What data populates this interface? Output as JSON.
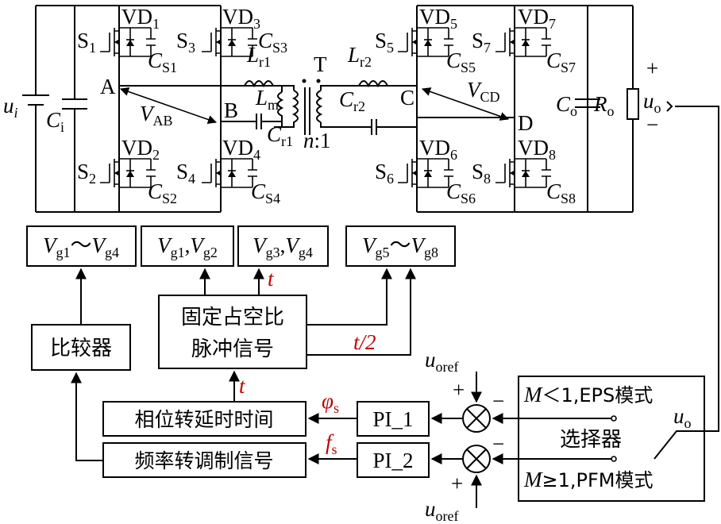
{
  "colors": {
    "line": "#000000",
    "accent": "#c00000"
  },
  "power": {
    "ui_main": "u",
    "ui_sub": "i",
    "ci_main": "C",
    "ci_sub": "i",
    "node_a": "A",
    "node_b": "B",
    "node_c": "C",
    "node_d": "D",
    "vab_main": "V",
    "vab_sub": "AB",
    "vcd_main": "V",
    "vcd_sub": "CD",
    "vd1_main": "VD",
    "vd1_sub": "1",
    "vd2_main": "VD",
    "vd2_sub": "2",
    "vd3_main": "VD",
    "vd3_sub": "3",
    "vd4_main": "VD",
    "vd4_sub": "4",
    "vd5_main": "VD",
    "vd5_sub": "5",
    "vd6_main": "VD",
    "vd6_sub": "6",
    "vd7_main": "VD",
    "vd7_sub": "7",
    "vd8_main": "VD",
    "vd8_sub": "8",
    "s1_main": "S",
    "s1_sub": "1",
    "s2_main": "S",
    "s2_sub": "2",
    "s3_main": "S",
    "s3_sub": "3",
    "s4_main": "S",
    "s4_sub": "4",
    "s5_main": "S",
    "s5_sub": "5",
    "s6_main": "S",
    "s6_sub": "6",
    "s7_main": "S",
    "s7_sub": "7",
    "s8_main": "S",
    "s8_sub": "8",
    "cs1_main": "C",
    "cs1_sub": "S1",
    "cs2_main": "C",
    "cs2_sub": "S2",
    "cs3_main": "C",
    "cs3_sub": "S3",
    "cs4_main": "C",
    "cs4_sub": "S4",
    "cs5_main": "C",
    "cs5_sub": "S5",
    "cs6_main": "C",
    "cs6_sub": "S6",
    "cs7_main": "C",
    "cs7_sub": "S7",
    "cs8_main": "C",
    "cs8_sub": "S8",
    "lr1_main": "L",
    "lr1_sub": "r1",
    "lr2_main": "L",
    "lr2_sub": "r2",
    "lm_main": "L",
    "lm_sub": "m",
    "cr1_main": "C",
    "cr1_sub": "r1",
    "cr2_main": "C",
    "cr2_sub": "r2",
    "transformer": "T",
    "ratio_n": "n",
    "ratio_rest": ":1",
    "co_main": "C",
    "co_sub": "o",
    "ro_main": "R",
    "ro_sub": "o",
    "uo_main": "u",
    "uo_sub": "o",
    "plus": "+",
    "minus": "−"
  },
  "control": {
    "gate_box1": {
      "v1": "V",
      "s1": "g1",
      "sep": "～",
      "v2": "V",
      "s2": "g4"
    },
    "gate_box2": {
      "v1": "V",
      "s1": "g1",
      "sep": ",",
      "v2": "V",
      "s2": "g2"
    },
    "gate_box3": {
      "v1": "V",
      "s1": "g3",
      "sep": ",",
      "v2": "V",
      "s2": "g4"
    },
    "gate_box4": {
      "v1": "V",
      "s1": "g5",
      "sep": "～",
      "v2": "V",
      "s2": "g8"
    },
    "comparator": "比较器",
    "pulse_line1": "固定占空比",
    "pulse_line2": "脉冲信号",
    "phase_box": "相位转延时时间",
    "freq_box": "频率转调制信号",
    "pi1": "PI_1",
    "pi2": "PI_2",
    "selector": "选择器",
    "mode1": {
      "m": "M",
      "rest": "＜1,EPS模式"
    },
    "mode2": {
      "m": "M",
      "rest": "≥1,PFM模式"
    },
    "uo_main": "u",
    "uo_sub": "o",
    "uoref_main": "u",
    "uoref_sub": "oref",
    "t_label": "t",
    "t_half": "t/2",
    "phi_main": "φ",
    "phi_sub": "s",
    "fs_main": "f",
    "fs_sub": "s",
    "plus": "+",
    "minus": "−"
  }
}
